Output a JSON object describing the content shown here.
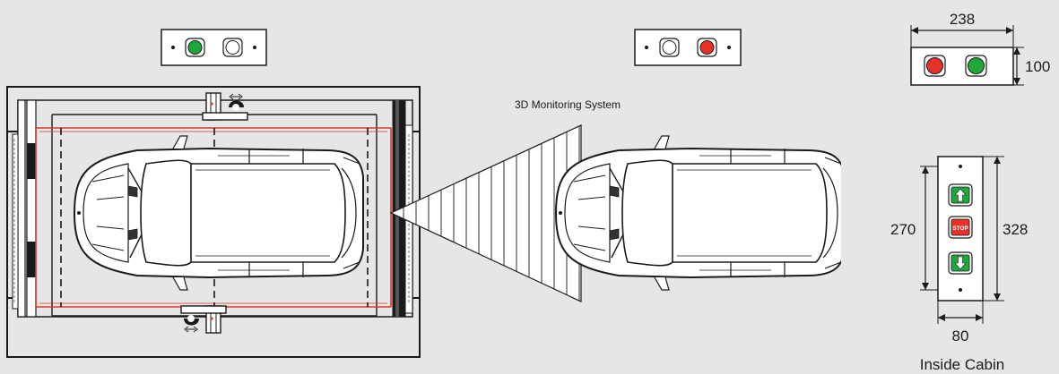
{
  "labels": {
    "system": "3D Monitoring System",
    "width_top": "238",
    "height_top": "100",
    "height_outer": "328",
    "height_inner": "270",
    "width_bottom": "80",
    "caption": "Inside Cabin",
    "stop": "STOP"
  },
  "colors": {
    "green": "#1fa83a",
    "red": "#e5332a",
    "background": "#e6e6e6",
    "line": "#1a1a1a",
    "laser": "#d9382e"
  },
  "icons": {
    "up": "arrow-up-icon",
    "down": "arrow-down-icon"
  }
}
